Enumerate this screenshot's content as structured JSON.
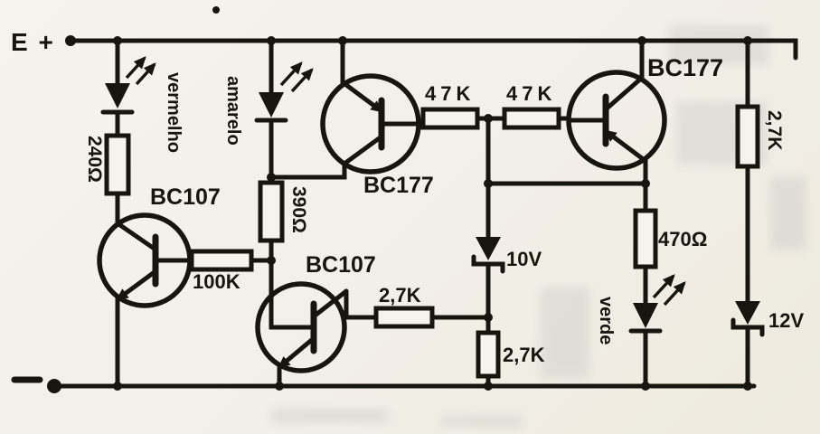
{
  "power": {
    "positive": "E +"
  },
  "leds": [
    {
      "id": "red",
      "label": "vermelho"
    },
    {
      "id": "yellow",
      "label": "amarelo"
    },
    {
      "id": "green",
      "label": "verde"
    }
  ],
  "transistors": [
    {
      "id": "q1",
      "label": "BC107"
    },
    {
      "id": "q2",
      "label": "BC107"
    },
    {
      "id": "q3",
      "label": "BC177"
    },
    {
      "id": "q4",
      "label": "BC177"
    }
  ],
  "resistors": [
    {
      "id": "r1",
      "label": "240Ω"
    },
    {
      "id": "r2",
      "label": "390Ω"
    },
    {
      "id": "r3",
      "label": "100K"
    },
    {
      "id": "r4",
      "label": "47K"
    },
    {
      "id": "r5",
      "label": "47K"
    },
    {
      "id": "r6",
      "label": "2,7K"
    },
    {
      "id": "r7",
      "label": "2,7K"
    },
    {
      "id": "r8",
      "label": "470Ω"
    },
    {
      "id": "r9",
      "label": "2,7K"
    }
  ],
  "zeners": [
    {
      "id": "z1",
      "label": "10V"
    },
    {
      "id": "z2",
      "label": "12V"
    }
  ],
  "colors": {
    "ink": "#17150f",
    "paper": "#f2efe8"
  }
}
